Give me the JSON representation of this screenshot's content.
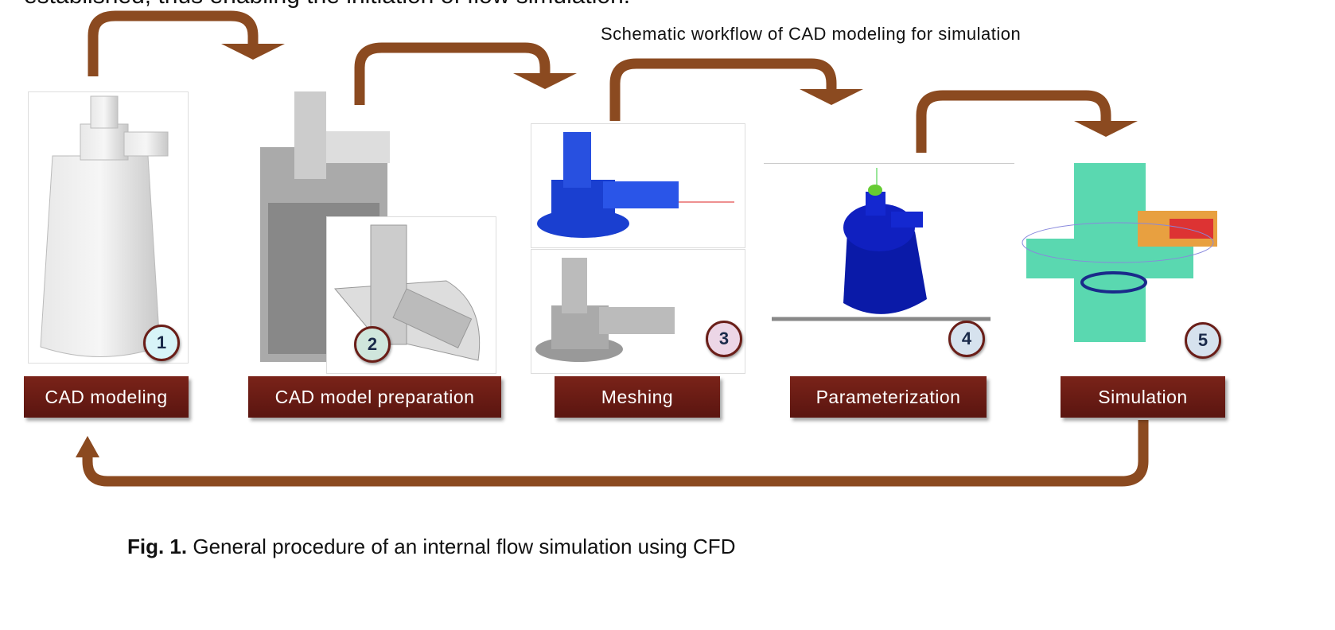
{
  "top_text": "established, thus enabling the initiation of flow simulation.",
  "schematic_title": "Schematic workflow of CAD modeling for simulation",
  "steps": [
    {
      "number": "1",
      "label": "CAD modeling",
      "badge_color": "#d8f4f8"
    },
    {
      "number": "2",
      "label": "CAD model preparation",
      "badge_color": "#cfe6dc"
    },
    {
      "number": "3",
      "label": "Meshing",
      "badge_color": "#ecd6e6"
    },
    {
      "number": "4",
      "label": "Parameterization",
      "badge_color": "#d6e2ee"
    },
    {
      "number": "5",
      "label": "Simulation",
      "badge_color": "#d6e2ee"
    }
  ],
  "caption": {
    "prefix": "Fig. 1.",
    "text": " General procedure of an internal flow simulation using CFD"
  },
  "colors": {
    "arrow": "#8b4a20",
    "label_bg": "#6b1a14",
    "mesh_blue": "#1a3fd0",
    "param_blue": "#0a1aa8"
  }
}
